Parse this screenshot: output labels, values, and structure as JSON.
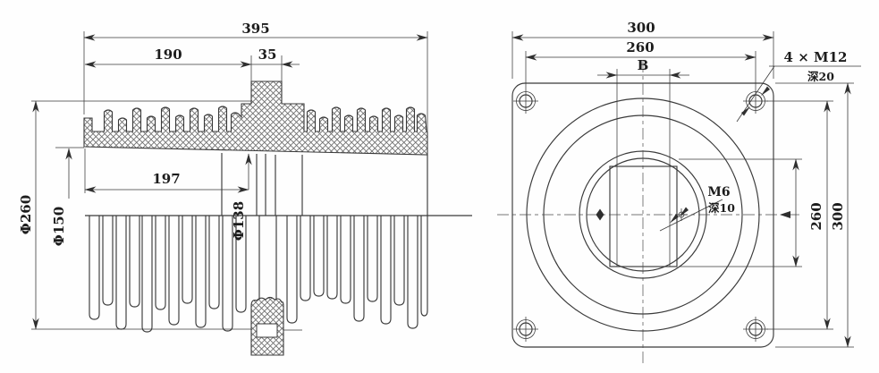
{
  "page": {
    "background": "#fefefe",
    "line_color": "#3a3a3a"
  },
  "left_view": {
    "dims": {
      "overall_length": "395",
      "upper_left_length": "190",
      "boss_width": "35",
      "flange_length": "197",
      "shed_diameter": "Φ260",
      "lower_fin_diameter": "Φ150",
      "tube_diameter": "Φ138"
    }
  },
  "right_view": {
    "dims": {
      "flange_width_top": "300",
      "bolt_spacing_top": "260",
      "slot_width": "B",
      "bolt_spacing_side": "260",
      "flange_height_side": "300"
    },
    "callouts": {
      "corner_bolts": "4 × M12",
      "corner_bolts_depth": "深20",
      "center_screw": "M6",
      "center_screw_depth": "深10"
    }
  }
}
